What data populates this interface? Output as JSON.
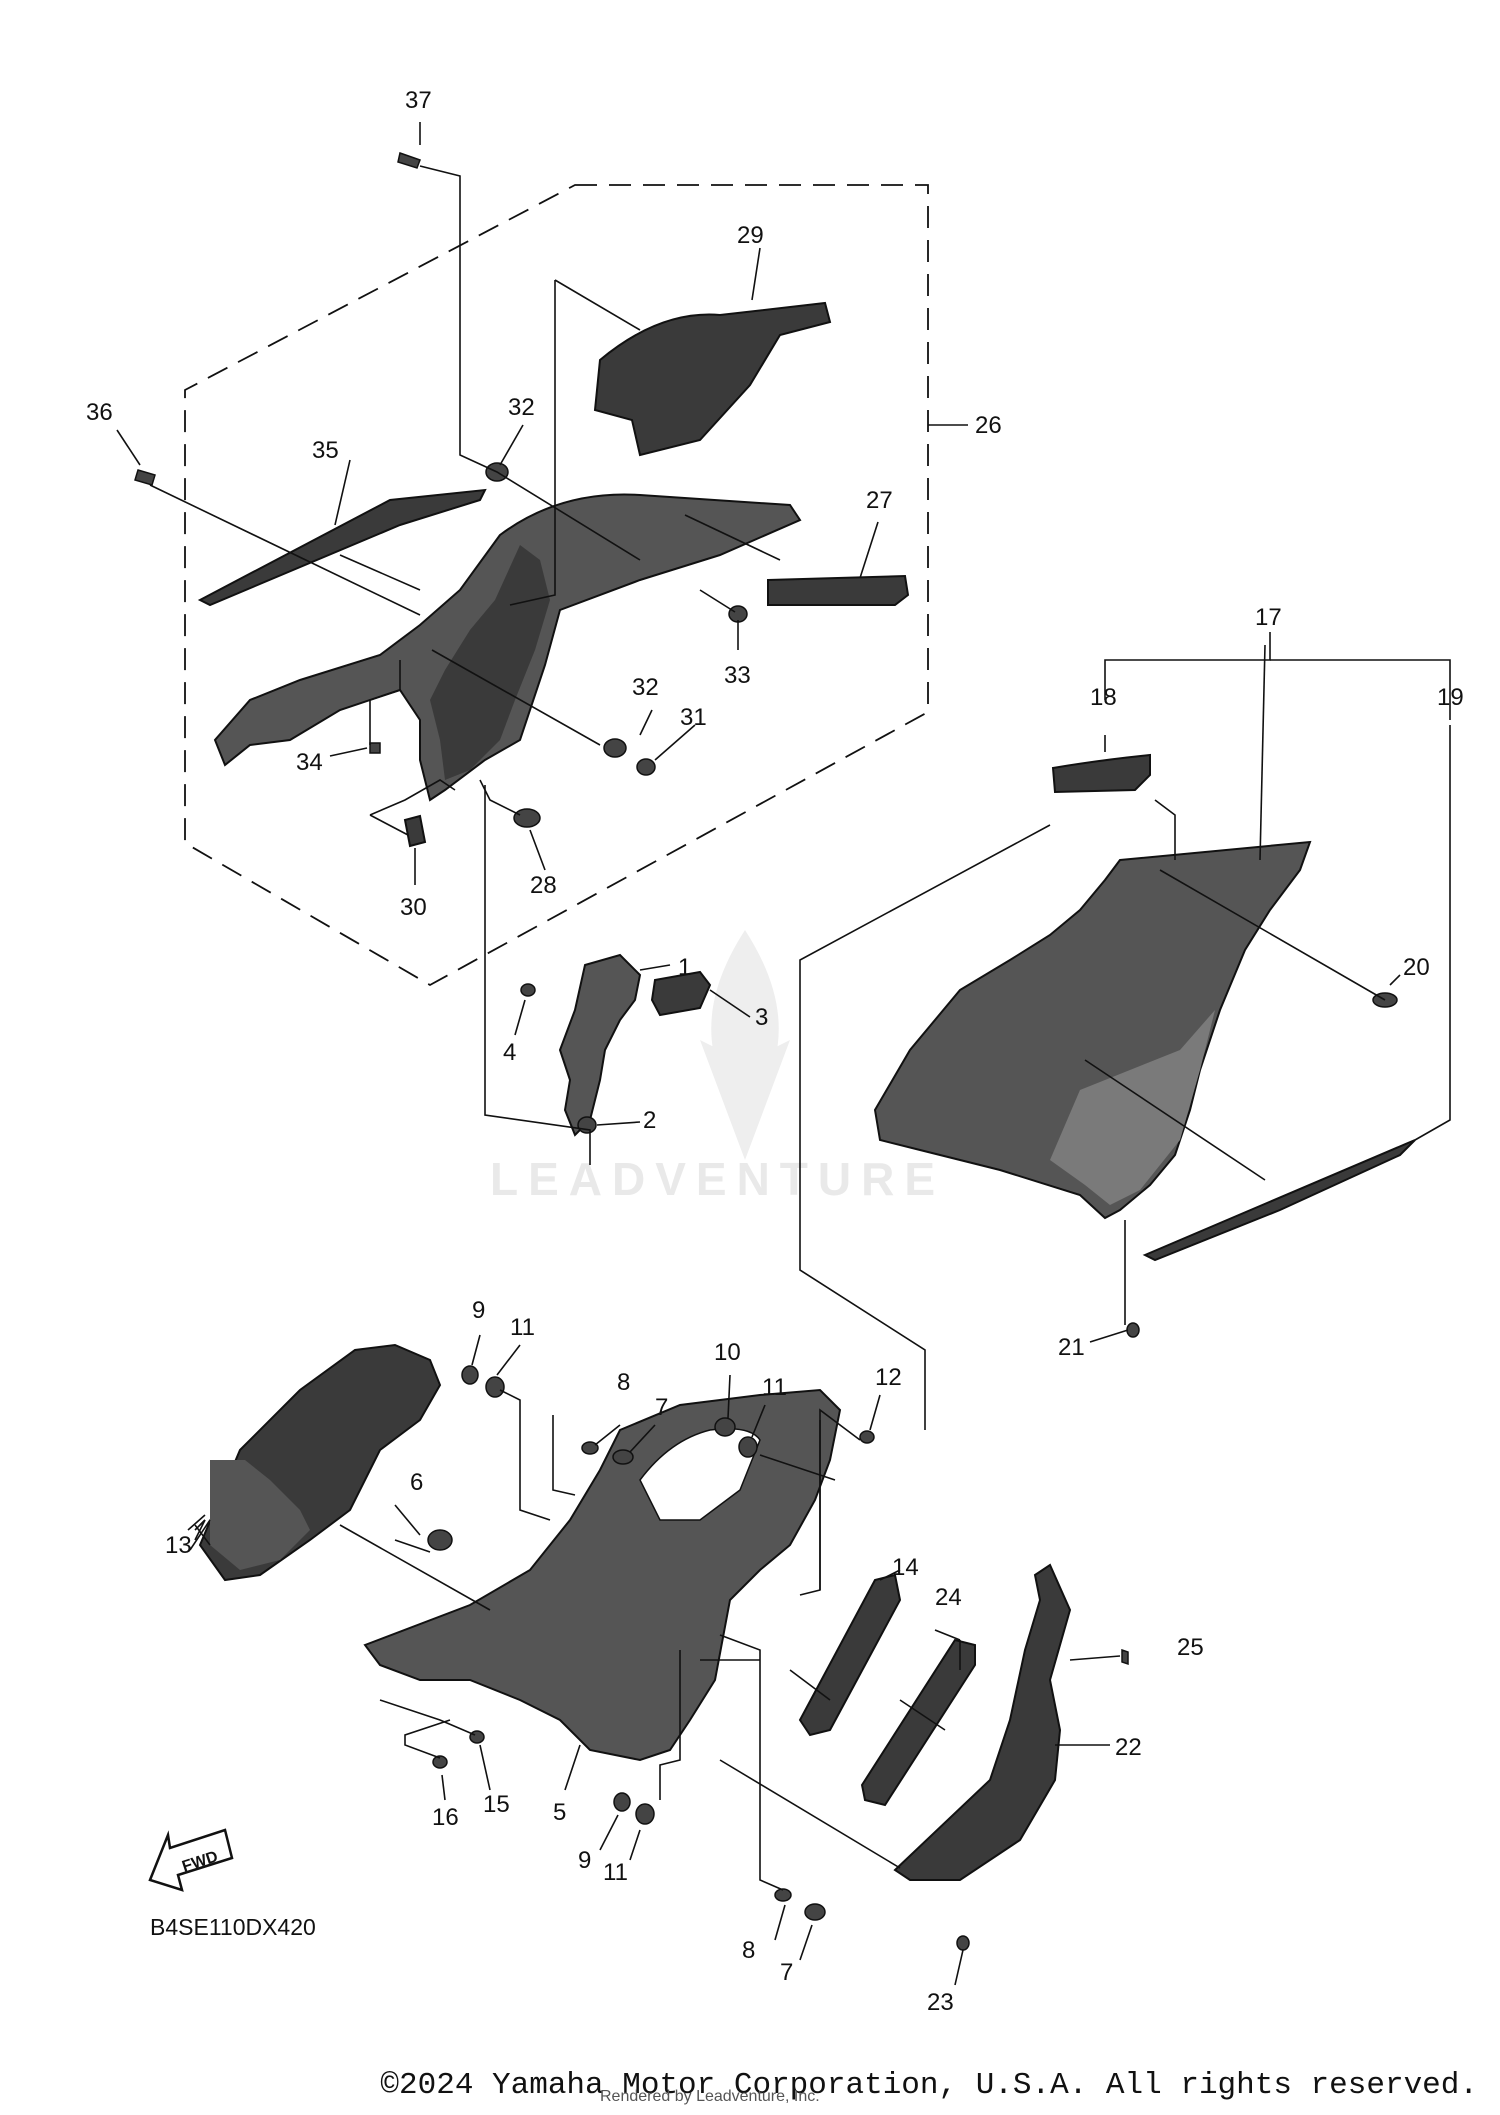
{
  "diagram_code": "B4SE110DX420",
  "fwd_label": "FWD",
  "watermark": "LEADVENTURE",
  "copyright": "©2024 Yamaha Motor Corporation, U.S.A. All rights reserved.",
  "rendered_by": "Rendered by Leadventure, Inc.",
  "callouts": [
    "1",
    "2",
    "3",
    "4",
    "5",
    "6",
    "7",
    "7",
    "8",
    "8",
    "9",
    "9",
    "10",
    "11",
    "11",
    "11",
    "12",
    "13",
    "14",
    "15",
    "16",
    "17",
    "18",
    "19",
    "20",
    "21",
    "22",
    "23",
    "24",
    "25",
    "26",
    "27",
    "28",
    "29",
    "30",
    "31",
    "32",
    "32",
    "33",
    "34",
    "35",
    "36",
    "37"
  ]
}
